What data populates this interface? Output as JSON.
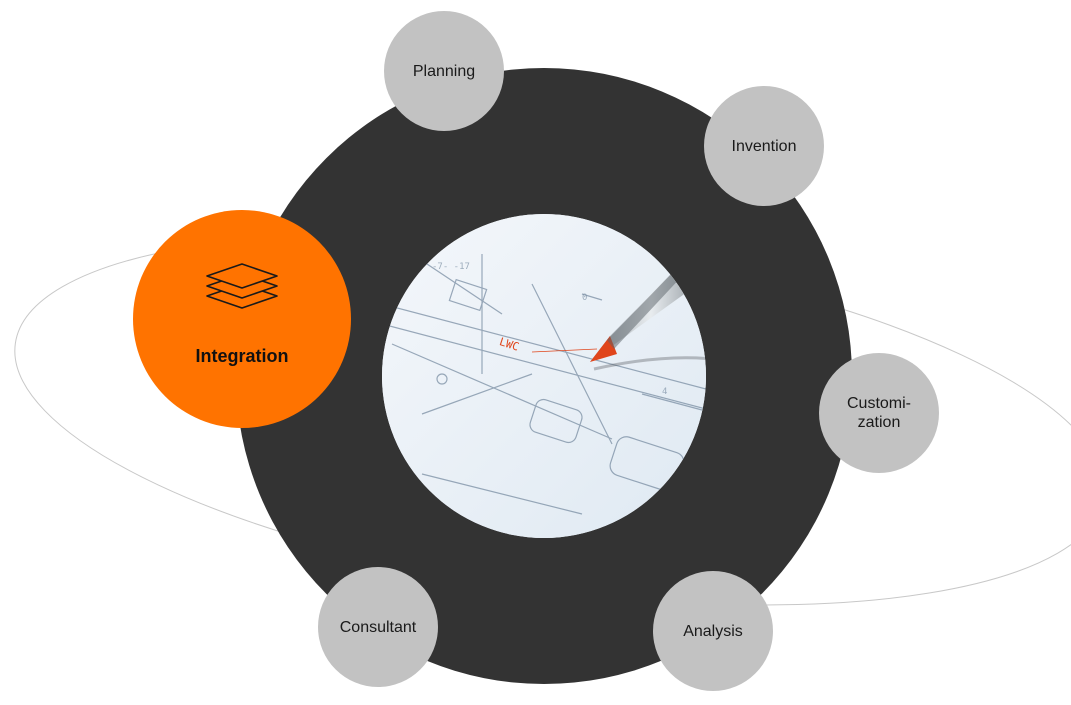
{
  "diagram": {
    "active_color": "#ff7300",
    "ring_color": "#333333",
    "node_color": "#c2c2c2",
    "active_node": {
      "label": "Integration",
      "icon": "layers-icon"
    },
    "nodes": [
      {
        "id": "planning",
        "label": "Planning"
      },
      {
        "id": "invention",
        "label": "Invention"
      },
      {
        "id": "customization",
        "label": "Customi-\nzation"
      },
      {
        "id": "analysis",
        "label": "Analysis"
      },
      {
        "id": "consultant",
        "label": "Consultant"
      }
    ],
    "center_image": {
      "content": "technical-drawing-with-pen",
      "annotation": "LWC"
    }
  }
}
